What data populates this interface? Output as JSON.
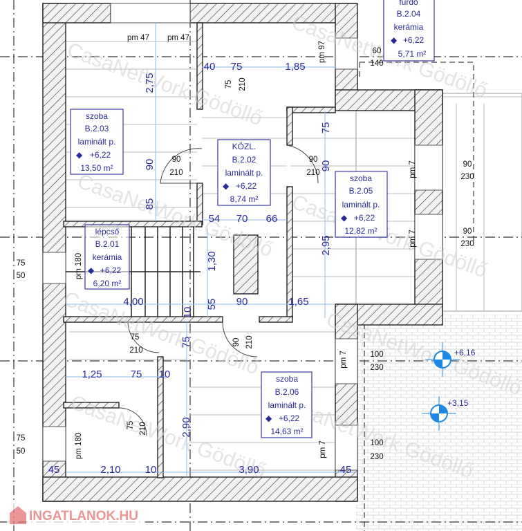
{
  "rooms": [
    {
      "name": "fürdő",
      "code": "B.2.04",
      "floor": "kerámia",
      "level": "+6,22",
      "area": "5,71 m²"
    },
    {
      "name": "szoba",
      "code": "B.2.03",
      "floor": "laminált p.",
      "level": "+6,22",
      "area": "13,50 m²"
    },
    {
      "name": "KÖZL.",
      "code": "B.2.02",
      "floor": "laminált p.",
      "level": "+6,22",
      "area": "8,74 m²"
    },
    {
      "name": "szoba",
      "code": "B.2.05",
      "floor": "laminált p.",
      "level": "+6,22",
      "area": "12,82 m²"
    },
    {
      "name": "lépcső",
      "code": "B.2.01",
      "floor": "kerámia",
      "level": "+6,22",
      "area": "6,20 m²"
    },
    {
      "name": "szoba",
      "code": "B.2.06",
      "floor": "laminált p.",
      "level": "+6,22",
      "area": "14,63 m²"
    }
  ],
  "dimensions": {
    "top": [
      "40",
      "75",
      "1,85"
    ],
    "left_vertical": [
      "2,75",
      "90",
      "85"
    ],
    "hall_row": [
      "54",
      "70",
      "66"
    ],
    "hall_vertical": [
      "1,30",
      "2,95",
      "55"
    ],
    "mid_row": [
      "4,00",
      "90",
      "1,65",
      "10"
    ],
    "bath_row": [
      "1,25",
      "75",
      "10"
    ],
    "room_vertical": [
      "75",
      "2,90",
      "75",
      "90"
    ],
    "bottom_row": [
      "45",
      "2,10",
      "10",
      "3,90",
      "45"
    ]
  },
  "openings": {
    "pm47": "pm 47",
    "pm97": "pm 97",
    "pm7": "pm 7",
    "pm180": "pm 180",
    "w60_140": [
      "60",
      "140"
    ],
    "d90_210": [
      "90",
      "210"
    ],
    "d75_210": [
      "75",
      "210"
    ],
    "w90_230": [
      "90",
      "230"
    ],
    "w100_230": [
      "100",
      "230"
    ],
    "w75_50": [
      "75",
      "50"
    ]
  },
  "levels": {
    "terrace": "+6,16",
    "lower": "+3,15"
  },
  "watermarks": {
    "agency": "CasaNetWork Gödöllő",
    "site": "INGATLANOK.HU"
  },
  "colors": {
    "dimension": "#2a2a9a",
    "level_marker": "#1e88e5",
    "watermark_logo": "#e57373"
  }
}
